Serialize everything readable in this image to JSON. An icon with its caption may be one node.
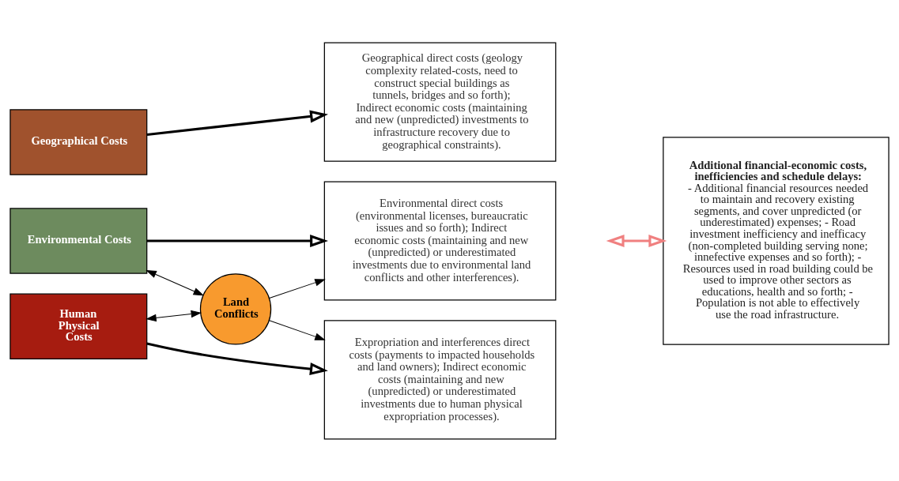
{
  "diagram": {
    "nodes": [
      {
        "text": [
          "Geographical Costs"
        ]
      },
      {
        "text": [
          "Environmental Costs"
        ]
      },
      {
        "text": [
          "Human Physical Costs"
        ]
      },
      {
        "text": [
          "Land Conflicts"
        ]
      },
      {
        "text": [
          "Geographical direct costs (geology complexity related-costs, need to construct special buildings as tunnels, bridges and so forth); Indirect economic costs (maintaining and new (unpredicted) investments to infrastructure recovery due to geographical constraints)."
        ]
      },
      {
        "text": [
          "Environmental direct costs (environmental licenses, bureaucratic issues and so forth); Indirect economic costs (maintaining and new (unpredicted) or underestimated investments due to environmental land conflicts and other interferences)."
        ]
      },
      {
        "text": [
          "Expropriation and interferences direct costs (payments to impacted households and land owners); Indirect economic costs (maintaining and new (unpredicted) or underestimated investments due to human physical expropriation processes)."
        ]
      },
      {
        "text": [
          "Additional financial-economic costs, inefficiencies and schedule delays:",
          "- Additional financial resources needed to maintain and recovery existing segments, and cover unpredicted (or underestimated) expenses; - Road investment inefficiency and inefficacy (non-completed building serving none; innefective expenses and so forth); - Resources used in road building could be used to improve other sectors as educations, health and so forth; - Population is not able to effectively use the road infrastructure."
        ]
      }
    ],
    "edges": [
      {
        "from": 0,
        "to": 4,
        "arrow": "to",
        "style": "thick"
      },
      {
        "from": 1,
        "to": 5,
        "arrow": "to",
        "style": "thick"
      },
      {
        "from": 2,
        "to": 6,
        "arrow": "to",
        "style": "thick"
      },
      {
        "from": 1,
        "to": 3,
        "arrow": "both"
      },
      {
        "from": 3,
        "to": 2,
        "arrow": "both"
      },
      {
        "from": 3,
        "to": 5,
        "arrow": "to"
      },
      {
        "from": 3,
        "to": 6,
        "arrow": "to"
      },
      {
        "from": null,
        "to": 7,
        "arrow": "both",
        "style": "thick",
        "color": "#f08080"
      }
    ]
  }
}
